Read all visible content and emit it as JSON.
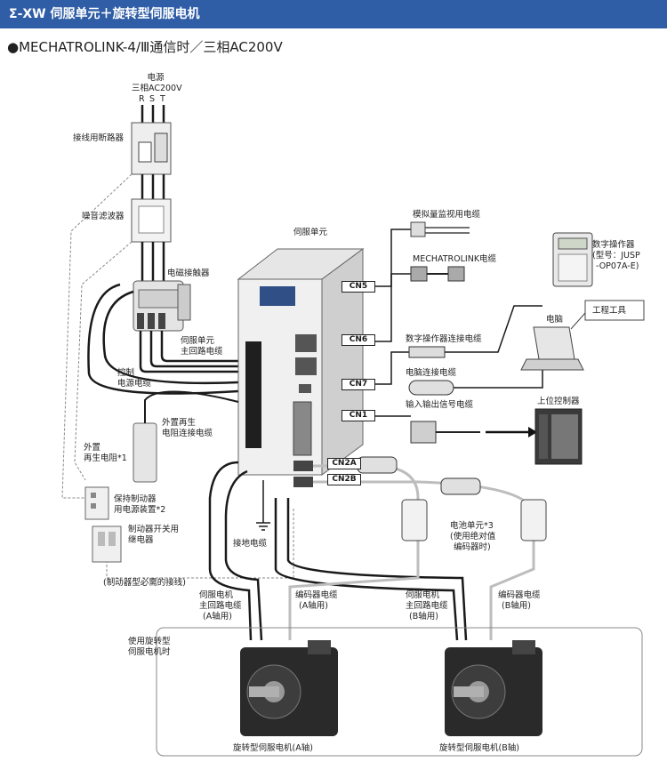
{
  "header": {
    "title": "Σ-XW 伺服单元＋旋转型伺服电机",
    "subtitle": "●MECHATROLINK-4/Ⅲ通信时／三相AC200V"
  },
  "labels": {
    "power_source": "电源",
    "power_spec": "三相AC200V",
    "phase_r": "R",
    "phase_s": "S",
    "phase_t": "T",
    "breaker": "接线用断路器",
    "noise_filter": "噪音滤波器",
    "contactor": "电磁接触器",
    "servo_unit": "伺服单元",
    "main_circuit_cable_1": "伺服单元",
    "main_circuit_cable_2": "主回路电缆",
    "control_power_1": "控制",
    "control_power_2": "电源电缆",
    "regen_cable_1": "外置再生",
    "regen_cable_2": "电阻连接电缆",
    "regen_resistor_1": "外置",
    "regen_resistor_2": "再生电阻*1",
    "brake_power_1": "保持制动器",
    "brake_power_2": "用电源装置*2",
    "brake_relay_1": "制动器开关用",
    "brake_relay_2": "继电器",
    "brake_note": "(制动器型必需的接线)",
    "ground_cable": "接地电缆",
    "analog_monitor": "模拟量监视用电缆",
    "mechatrolink_cable": "MECHATROLINK电缆",
    "operator_1": "数字操作器",
    "operator_2": "(型号：JUSP",
    "operator_3": "-OP07A-E)",
    "pc": "电脑",
    "eng_tool": "工程工具",
    "operator_cable": "数字操作器连接电缆",
    "pc_cable": "电脑连接电缆",
    "io_cable": "输入输出信号电缆",
    "host_controller": "上位控制器",
    "battery_1": "电池单元*3",
    "battery_2": "(使用绝对值",
    "battery_3": "编码器时)",
    "motor_main_a_1": "伺服电机",
    "motor_main_a_2": "主回路电缆",
    "motor_main_a_3": "(A轴用)",
    "encoder_a_1": "编码器电缆",
    "encoder_a_2": "(A轴用)",
    "motor_main_b_1": "伺服电机",
    "motor_main_b_2": "主回路电缆",
    "motor_main_b_3": "(B轴用)",
    "encoder_b_1": "编码器电缆",
    "encoder_b_2": "(B轴用)",
    "rotary_note_1": "使用旋转型",
    "rotary_note_2": "伺服电机时",
    "motor_a": "旋转型伺服电机(A轴)",
    "motor_b": "旋转型伺服电机(B轴)"
  },
  "connectors": {
    "cn5": "CN5",
    "cn6": "CN6",
    "cn7": "CN7",
    "cn1": "CN1",
    "cn2a": "CN2A",
    "cn2b": "CN2B"
  },
  "colors": {
    "header_bg": "#2f5da6",
    "cable_dark": "#1a1a1a",
    "cable_light": "#bdbdbd"
  }
}
